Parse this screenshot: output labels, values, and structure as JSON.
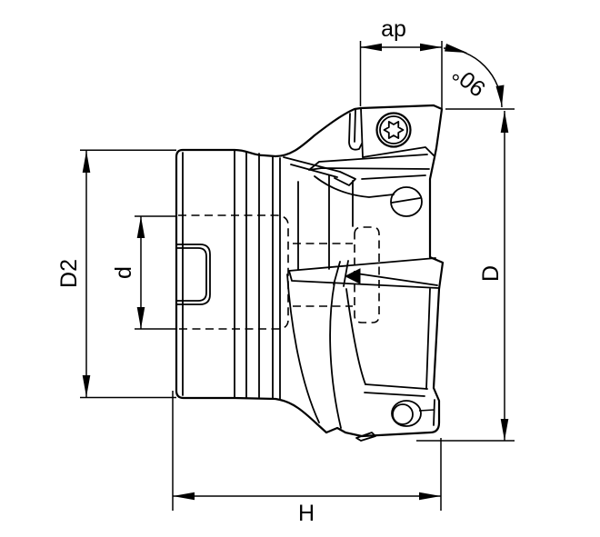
{
  "drawing": {
    "type": "technical-drawing",
    "subject": "90-degree face milling cutter, side view with indexable inserts and torx screws",
    "labels": {
      "ap": "ap",
      "angle": "90°",
      "body_diameter": "D2",
      "bore_diameter": "d",
      "cutting_diameter": "D",
      "height": "H"
    },
    "colors": {
      "line": "#000000",
      "background": "#ffffff"
    }
  }
}
